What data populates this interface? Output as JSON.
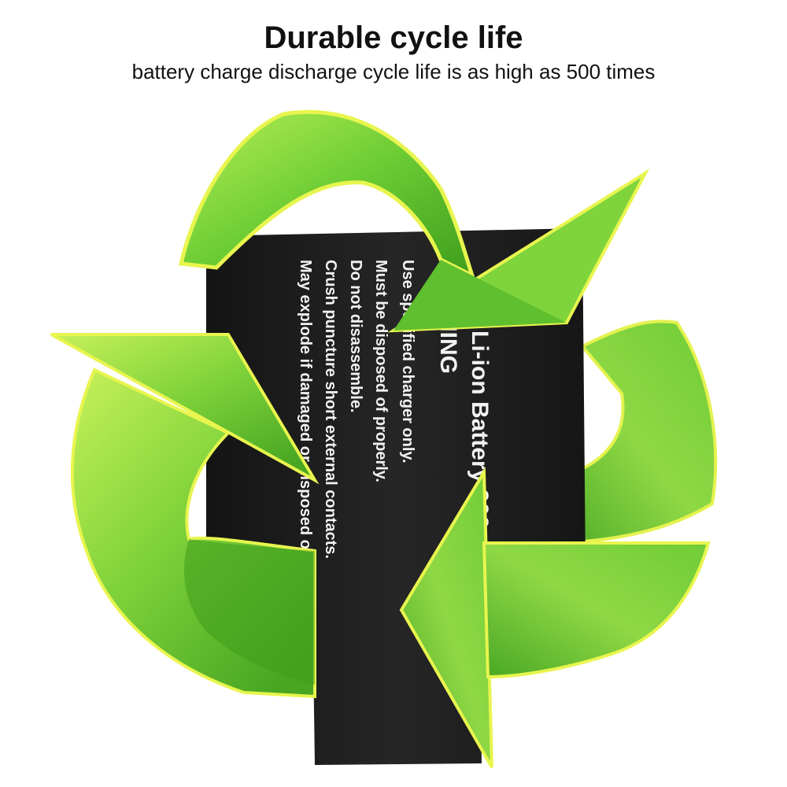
{
  "header": {
    "title": "Durable cycle life",
    "subtitle": "battery charge discharge cycle life is as high as 500 times"
  },
  "battery": {
    "label_heading": "WARNING",
    "label_model": "Li-ion Battery 900mAh",
    "lines": [
      "Use specified charger only.",
      "Must be disposed of properly.",
      "Do not disassemble.",
      "Crush puncture short external contacts.",
      "May explode if damaged or disposed of in fire or watter."
    ]
  },
  "colors": {
    "arrow_light": "#c7f15a",
    "arrow_mid": "#7fd23a",
    "arrow_dark": "#3f9d1c",
    "arrow_edge": "#e8f54e",
    "battery": "#1c1c1c"
  },
  "icons": {
    "recycle": "recycle-arrows-icon"
  }
}
